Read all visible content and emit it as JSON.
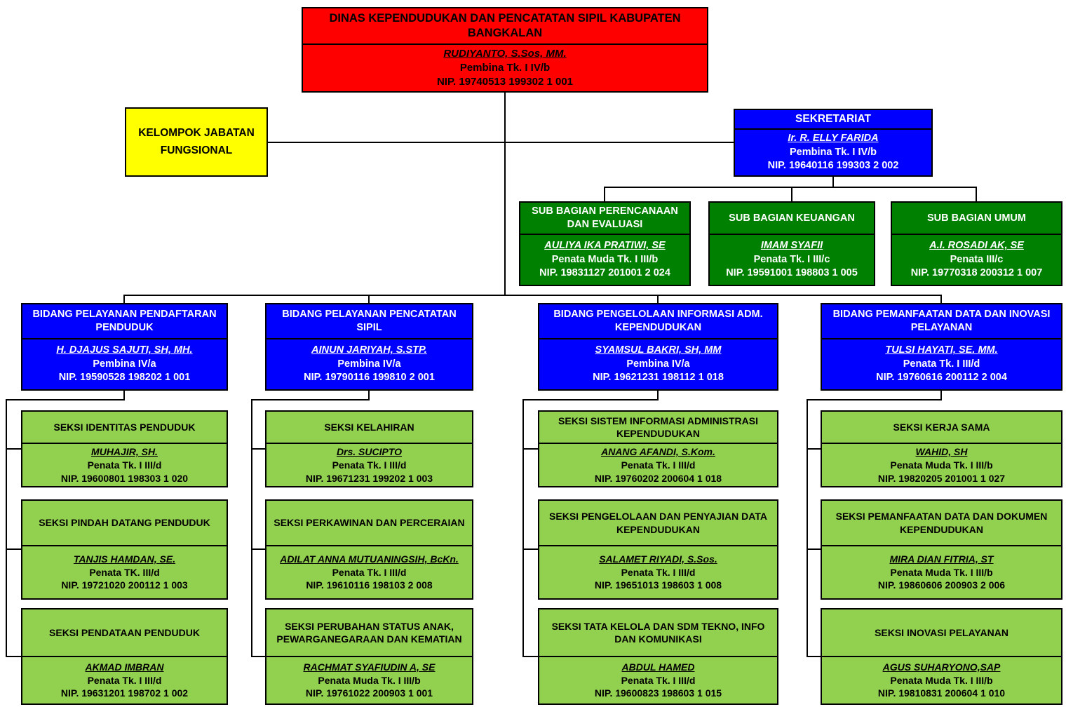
{
  "colors": {
    "head_box": "#FF0000",
    "functional_box": "#FFFF00",
    "secretariat_and_bidang_box": "#0000FF",
    "sub_bagian_box": "#008000",
    "seksi_box": "#92D050",
    "border_and_lines": "#000000"
  },
  "head": {
    "title": "DINAS  KEPENDUDUKAN DAN PENCATATAN SIPIL KABUPATEN BANGKALAN",
    "name": "RUDIYANTO, S.Sos, MM.",
    "rank": "Pembina Tk. I IV/b",
    "nip": "NIP. 19740513 199302 1 001"
  },
  "functional_group": {
    "label": "KELOMPOK JABATAN FUNGSIONAL"
  },
  "sekretariat": {
    "title": "SEKRETARIAT",
    "name": "Ir. R. ELLY FARIDA",
    "rank": "Pembina Tk. I IV/b",
    "nip": "NIP. 19640116 199303 2 002"
  },
  "sub_bagian": [
    {
      "title": "SUB BAGIAN PERENCANAAN DAN EVALUASI",
      "name": "AULIYA IKA PRATIWI, SE",
      "rank": "Penata Muda Tk. I III/b",
      "nip": "NIP. 19831127 201001 2 024"
    },
    {
      "title": "SUB BAGIAN KEUANGAN",
      "name": "IMAM SYAFII",
      "rank": "Penata Tk. I III/c",
      "nip": "NIP. 19591001 198803 1 005"
    },
    {
      "title": "SUB BAGIAN UMUM",
      "name": "A.I. ROSADI AK, SE",
      "rank": "Penata III/c",
      "nip": "NIP. 19770318 200312 1 007"
    }
  ],
  "bidang": [
    {
      "title": "BIDANG PELAYANAN PENDAFTARAN PENDUDUK",
      "name": "H. DJAJUS SAJUTI, SH, MH.",
      "rank": "Pembina IV/a",
      "nip": "NIP. 19590528 198202 1 001"
    },
    {
      "title": "BIDANG PELAYANAN PENCATATAN SIPIL",
      "name": "AINUN JARIYAH, S.STP.",
      "rank": "Pembina IV/a",
      "nip": "NIP. 19790116 199810 2 001"
    },
    {
      "title": "BIDANG PENGELOLAAN INFORMASI ADM. KEPENDUDUKAN",
      "name": "SYAMSUL BAKRI, SH, MM",
      "rank": "Pembina IV/a",
      "nip": "NIP. 19621231 198112 1 018"
    },
    {
      "title": "BIDANG PEMANFAATAN DATA DAN INOVASI PELAYANAN",
      "name": "TULSI HAYATI, SE. MM.",
      "rank": "Penata Tk. I III/d",
      "nip": "NIP. 19760616 200112 2 004"
    }
  ],
  "seksi": [
    [
      {
        "title": "SEKSI IDENTITAS PENDUDUK",
        "name": "MUHAJIR, SH.",
        "rank": "Penata Tk. I III/d",
        "nip": "NIP. 19600801 198303 1 020"
      },
      {
        "title": "SEKSI PINDAH DATANG PENDUDUK",
        "name": "TANJIS HAMDAN, SE.",
        "rank": "Penata TK. III/d",
        "nip": "NIP. 19721020 200112 1 003"
      },
      {
        "title": "SEKSI PENDATAAN PENDUDUK",
        "name": "AKMAD IMBRAN",
        "rank": "Penata Tk. I III/d",
        "nip": "NIP. 19631201 198702 1 002"
      }
    ],
    [
      {
        "title": "SEKSI KELAHIRAN",
        "name": "Drs. SUCIPTO",
        "rank": "Penata Tk. I III/d",
        "nip": "NIP. 19671231 199202 1 003"
      },
      {
        "title": "SEKSI PERKAWINAN DAN PERCERAIAN",
        "name": "ADILAT ANNA MUTUANINGSIH, BcKn.",
        "rank": "Penata Tk. I III/d",
        "nip": "NIP. 19610116 198103 2 008"
      },
      {
        "title": "SEKSI PERUBAHAN STATUS ANAK, PEWARGANEGARAAN DAN KEMATIAN",
        "name": "RACHMAT SYAFIUDIN A, SE",
        "rank": "Penata Muda Tk. I III/b",
        "nip": "NIP. 19761022 200903 1 001"
      }
    ],
    [
      {
        "title": "SEKSI SISTEM INFORMASI ADMINISTRASI KEPENDUDUKAN",
        "name": "ANANG AFANDI, S.Kom.",
        "rank": "Penata Tk. I III/d",
        "nip": "NIP. 19760202 200604 1 018"
      },
      {
        "title": "SEKSI PENGELOLAAN DAN PENYAJIAN DATA KEPENDUDUKAN",
        "name": "SALAMET RIYADI, S.Sos.",
        "rank": "Penata Tk. I III/d",
        "nip": "NIP. 19651013 198603 1 008"
      },
      {
        "title": "SEKSI TATA KELOLA DAN SDM TEKNO, INFO DAN KOMUNIKASI",
        "name": "ABDUL HAMED",
        "rank": "Penata Tk. I III/d",
        "nip": "NIP. 19600823 198603 1 015"
      }
    ],
    [
      {
        "title": "SEKSI KERJA SAMA",
        "name": "WAHID, SH",
        "rank": "Penata Muda Tk. I III/b",
        "nip": "NIP. 19820205 201001 1 027"
      },
      {
        "title": "SEKSI PEMANFAATAN DATA DAN DOKUMEN KEPENDUDUKAN",
        "name": "MIRA DIAN FITRIA, ST",
        "rank": "Penata Muda Tk. I III/b",
        "nip": "NIP. 19860606 200903 2 006"
      },
      {
        "title": "SEKSI INOVASI PELAYANAN",
        "name": "AGUS SUHARYONO,SAP",
        "rank": "Penata Muda Tk. I III/b",
        "nip": "NIP. 19810831 200604 1 010"
      }
    ]
  ]
}
